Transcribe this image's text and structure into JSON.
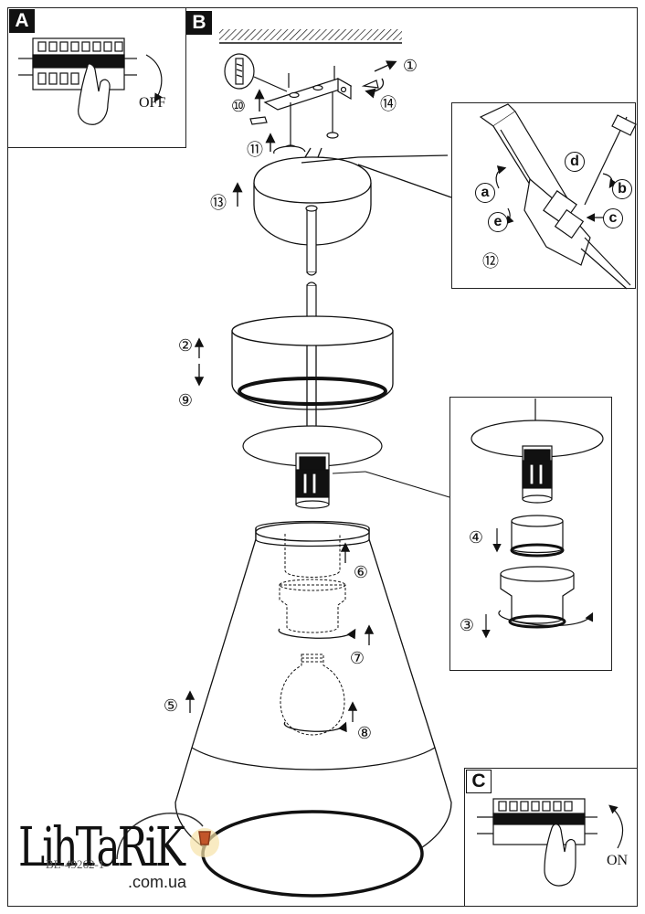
{
  "panels": {
    "a": {
      "tag": "A",
      "switch_word": "OFF"
    },
    "b": {
      "tag": "B"
    },
    "c": {
      "tag": "C",
      "switch_word": "ON"
    }
  },
  "steps": {
    "s1": "①",
    "s2": "②",
    "s3": "③",
    "s4": "④",
    "s5": "⑤",
    "s6": "⑥",
    "s7": "⑦",
    "s8": "⑧",
    "s9": "⑨",
    "s10": "⑩",
    "s11": "⑪",
    "s12": "⑫",
    "s13": "⑬",
    "s14": "⑭"
  },
  "wiring_letters": {
    "a": "a",
    "b": "b",
    "c": "c",
    "d": "d",
    "e": "e"
  },
  "product_code": "BL-49262-1",
  "watermark": {
    "brand": "LihTaRiK",
    "domain": ".com.ua"
  }
}
